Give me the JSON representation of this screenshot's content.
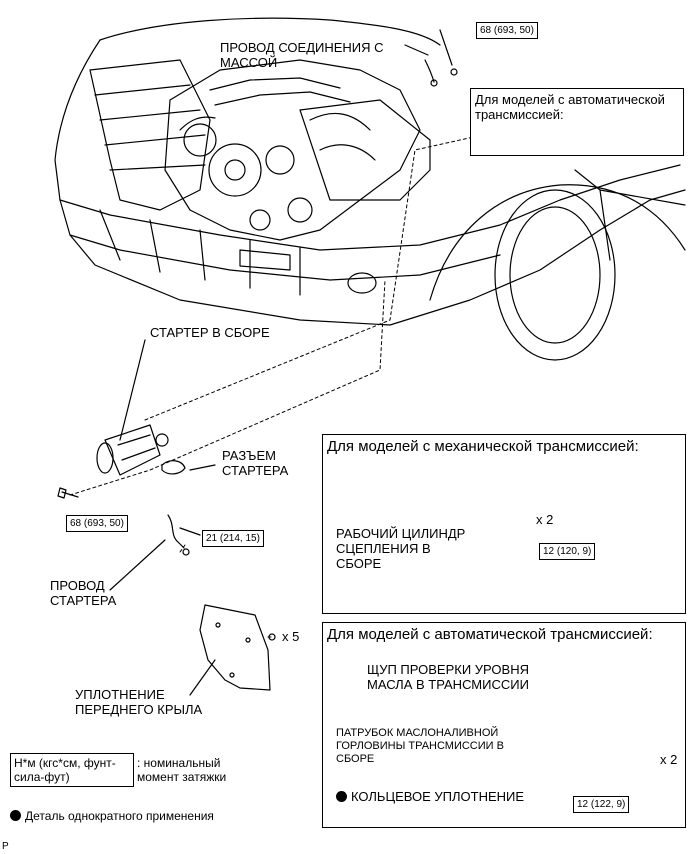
{
  "labels": {
    "ground_wire": "ПРОВОД СОЕДИНЕНИЯ С\nМАССОЙ",
    "at_models_note": "Для моделей с автоматической\nтрансмиссией:",
    "starter_assembly": "СТАРТЕР В СБОРЕ",
    "starter_connector": "РАЗЪЕМ\nСТАРТЕРА",
    "starter_wire": "ПРОВОД\nСТАРТЕРА",
    "fender_seal": "УПЛОТНЕНИЕ\nПЕРЕДНЕГО КРЫЛА",
    "x5": "x 5"
  },
  "torques": {
    "t_top": "68 (693, 50)",
    "t_left": "68 (693, 50)",
    "t_wire": "21 (214, 15)",
    "t_mt": "12 (120, 9)",
    "t_at": "12 (122, 9)"
  },
  "mt_panel": {
    "title": "Для моделей с механической трансмиссией:",
    "part": "РАБОЧИЙ ЦИЛИНДР\nСЦЕПЛЕНИЯ В\nСБОРЕ",
    "count": "x 2"
  },
  "at_panel": {
    "title": "Для моделей с автоматической трансмиссией:",
    "dipstick": "ЩУП ПРОВЕРКИ УРОВНЯ\nМАСЛА В ТРАНСМИССИИ",
    "filler_tube": "ПАТРУБОК МАСЛОНАЛИВНОЙ\nГОРЛОВИНЫ ТРАНСМИССИИ В\nСБОРЕ",
    "o_ring": "КОЛЬЦЕВОЕ УПЛОТНЕНИЕ",
    "count": "x 2"
  },
  "legend": {
    "unit": "Н*м (кгс*см, фунт-\nсила-фут)",
    "unit_desc": ": номинальный\nмомент затяжки",
    "single_use": "Деталь однократного применения"
  },
  "footer": {
    "code": "P"
  }
}
